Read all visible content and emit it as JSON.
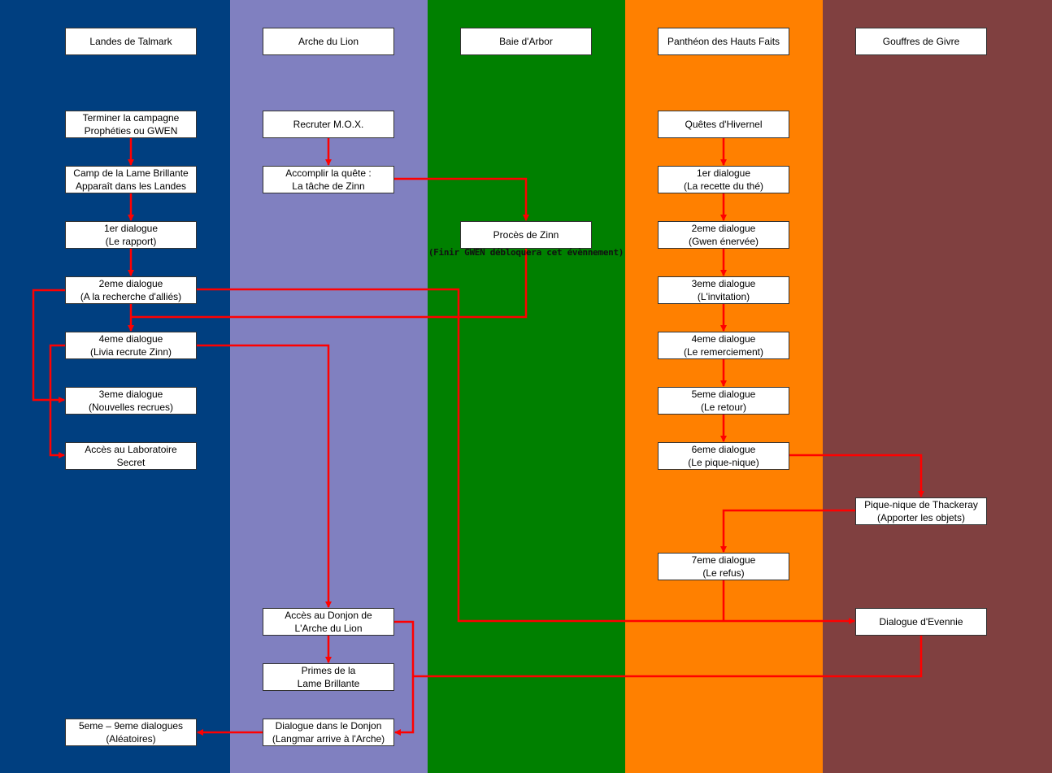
{
  "colors": {
    "lane1": "#003F80",
    "lane2": "#8080C0",
    "lane3": "#008000",
    "lane4": "#FF8000",
    "lane5": "#804040",
    "link": "#FF0000"
  },
  "lanes": [
    "Landes de Talmark",
    "Arche du Lion",
    "Baie d'Arbor",
    "Panthéon des Hauts Faits",
    "Gouffres de Givre"
  ],
  "nodes": {
    "terminer": [
      "Terminer la campagne",
      "Prophéties ou GWEN"
    ],
    "camp": [
      "Camp de la Lame Brillante",
      "Apparaît dans les Landes"
    ],
    "t1": [
      "1er dialogue",
      "(Le rapport)"
    ],
    "t2": [
      "2eme dialogue",
      "(A la recherche d'alliés)"
    ],
    "t4": [
      "4eme dialogue",
      "(Livia recrute Zinn)"
    ],
    "t3": [
      "3eme dialogue",
      "(Nouvelles recrues)"
    ],
    "labo": [
      "Accès au Laboratoire",
      "Secret"
    ],
    "t5": [
      "5eme – 9eme dialogues",
      "(Aléatoires)"
    ],
    "mox": [
      "Recruter M.O.X."
    ],
    "quete": [
      "Accomplir la quête :",
      "La tâche de Zinn"
    ],
    "donjon": [
      "Accès au Donjon de",
      "L'Arche du Lion"
    ],
    "primes": [
      "Primes de la",
      "Lame Brillante"
    ],
    "dlgdonjon": [
      "Dialogue dans le Donjon",
      "(Langmar arrive à l'Arche)"
    ],
    "proces": [
      "Procès de Zinn"
    ],
    "proces_note": "(Finir GWEN débloquera cet évènnement)",
    "hivernel": [
      "Quêtes d'Hivernel"
    ],
    "p1": [
      "1er dialogue",
      "(La recette du thé)"
    ],
    "p2": [
      "2eme dialogue",
      "(Gwen énervée)"
    ],
    "p3": [
      "3eme dialogue",
      "(L'invitation)"
    ],
    "p4": [
      "4eme dialogue",
      "(Le remerciement)"
    ],
    "p5": [
      "5eme dialogue",
      "(Le retour)"
    ],
    "p6": [
      "6eme dialogue",
      "(Le pique-nique)"
    ],
    "p7": [
      "7eme dialogue",
      "(Le refus)"
    ],
    "piquenique": [
      "Pique-nique de Thackeray",
      "(Apporter les objets)"
    ],
    "evennie": [
      "Dialogue d'Evennie"
    ]
  }
}
